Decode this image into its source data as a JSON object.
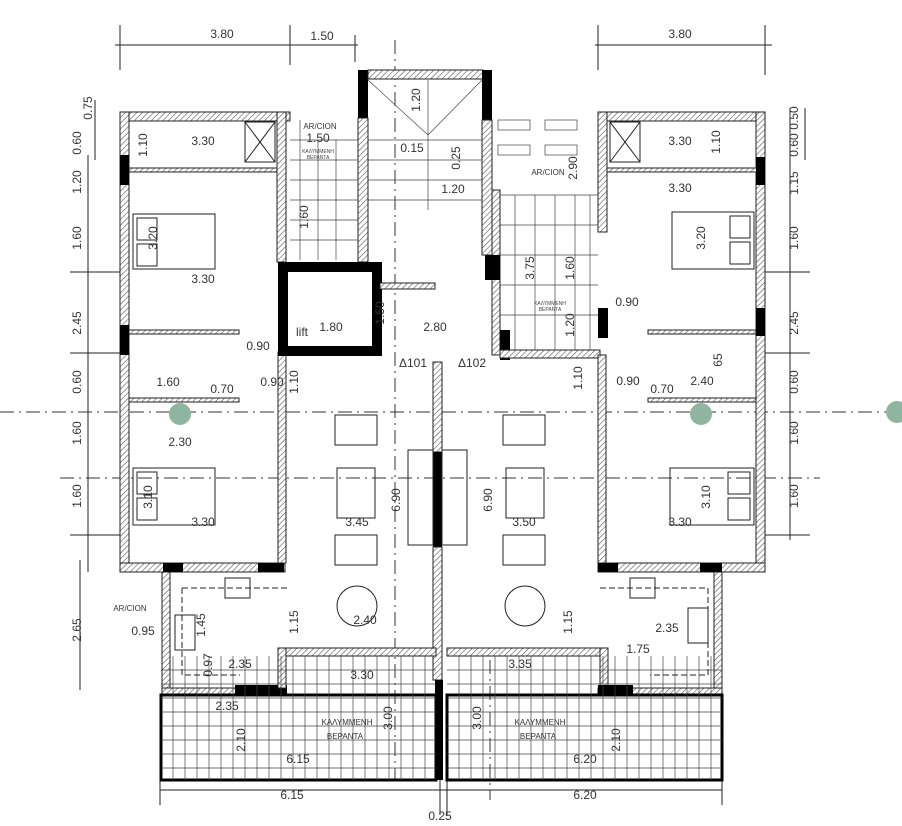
{
  "plan": {
    "lift_label": "lift",
    "markers": [
      "Δ101",
      "Δ102"
    ],
    "room_labels": {
      "aircon": "AR/CION",
      "covered_veranda_line1": "ΚΑΛΥΜΜΕΝΗ",
      "covered_veranda_line2": "ΒΕΡΑΝΤΑ"
    },
    "top_dimensions": [
      "3.80",
      "1.50",
      "3.80"
    ],
    "left_dimensions": [
      "0.75",
      "0.60",
      "1.20",
      "1.60",
      "2.45",
      "0.60",
      "1.60",
      "1.60",
      "2.65"
    ],
    "right_dimensions": [
      "0.50",
      "0.60",
      "1.15",
      "1.60",
      "2.45",
      "0.60",
      "1.60",
      "1.60"
    ],
    "bottom_dimensions": [
      "6.15",
      "6.20",
      "0.25"
    ],
    "interior_dimensions": [
      "3.30",
      "1.10",
      "3.30",
      "3.20",
      "1.50",
      "0.15",
      "1.20",
      "0.25",
      "1.20",
      "1.60",
      "1.80",
      "1.50",
      "2.80",
      "0.90",
      "1.60",
      "0.70",
      "0.90",
      "1.10",
      "2.30",
      "3.10",
      "3.30",
      "3.45",
      "6.90",
      "6.90",
      "3.50",
      "3.30",
      "3.10",
      "0.95",
      "1.45",
      "1.15",
      "2.40",
      "0.97",
      "2.35",
      "3.30",
      "2.35",
      "2.10",
      "3.00",
      "6.15",
      "3.00",
      "2.10",
      "6.20",
      "3.35",
      "1.15",
      "2.35",
      "1.75",
      "1.10",
      "0.90",
      "0.70",
      "2.40",
      "65",
      "0.90",
      "1.20",
      "3.75",
      "1.60",
      "2.90",
      "3.30",
      "3.30",
      "1.10",
      "3.20"
    ]
  },
  "colors": {
    "wall_solid": "#000000",
    "hatch": "#555555",
    "grid_marker": "#8fb5a0"
  }
}
